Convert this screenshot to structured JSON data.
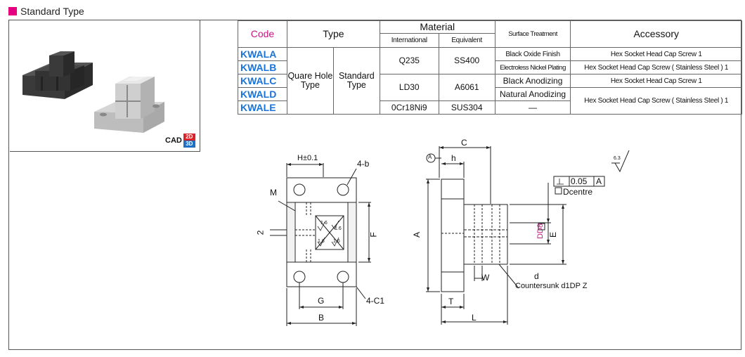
{
  "header": {
    "title": "Standard Type"
  },
  "cad_badge": {
    "label": "CAD",
    "top": "2D",
    "bottom": "3D"
  },
  "table": {
    "h_code": "Code",
    "h_type": "Type",
    "h_material": "Material",
    "h_international": "International",
    "h_equivalent": "Equivalent",
    "h_surface": "Surface Treatment",
    "h_accessory": "Accessory",
    "codes": [
      "KWALA",
      "KWALB",
      "KWALC",
      "KWALD",
      "KWALE"
    ],
    "type1": "Quare Hole Type",
    "type2": "Standard Type",
    "mat_q235": "Q235",
    "mat_ss400": "SS400",
    "mat_ld30": "LD30",
    "mat_a6061": "A6061",
    "mat_0cr": "0Cr18Ni9",
    "mat_sus": "SUS304",
    "surf": [
      "Black Oxide Finish",
      "Electroless Nickel Plating",
      "Black Anodizing",
      "Natural Anodizing",
      "—"
    ],
    "acc": [
      "Hex Socket Head Cap Screw 1",
      "Hex Socket Head Cap Screw ( Stainless Steel ) 1",
      "Hex Socket Head Cap Screw 1",
      "Hex Socket Head Cap Screw ( Stainless Steel ) 1"
    ]
  },
  "drawing": {
    "h_dim": "H±0.1",
    "b4": "4-b",
    "m": "M",
    "two": "2",
    "f": "F",
    "g": "G",
    "c1": "4-C1",
    "b": "B",
    "r16": "1.6",
    "datum": "A",
    "c": "C",
    "h": "h",
    "a": "A",
    "tol": "0.05",
    "tol_ref": "A",
    "dcentre": "Dcentre",
    "d8": "DD8",
    "e": "E",
    "w": "W",
    "d": "d",
    "countersunk": "Countersunk d1DP Z",
    "t": "T",
    "l": "L",
    "rough": "6.3"
  }
}
